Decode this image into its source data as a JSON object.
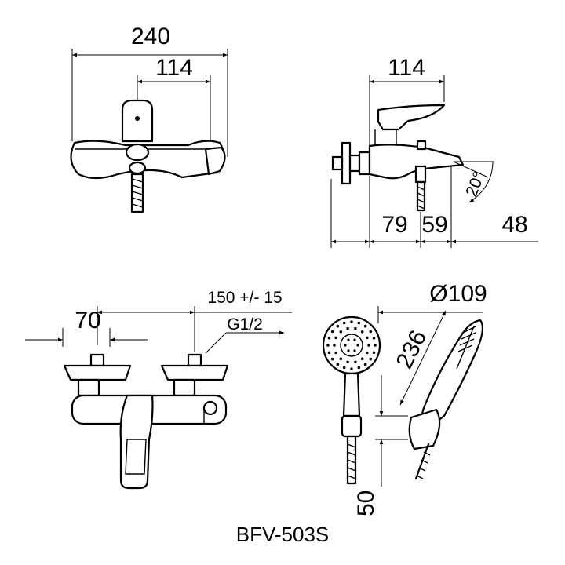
{
  "dimensions": {
    "front_overall_width": "240",
    "front_spout_width": "114",
    "side_top_width": "114",
    "side_wall_offset": "79",
    "side_inlet_offset": "59",
    "side_spout_reach": "48",
    "spout_angle": "20°",
    "inlet_spacing": "150 +/- 15",
    "inlet_eccentric": "70",
    "thread_size": "G1/2",
    "hand_shower_diameter": "Ø109",
    "hand_shower_length": "236",
    "holder_height": "50"
  },
  "model_name": "BFV-503S"
}
